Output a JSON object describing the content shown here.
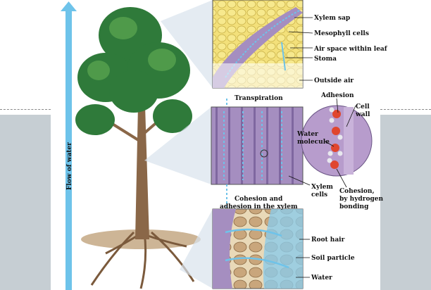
{
  "flow_label": "Flow of water",
  "labels": {
    "xylem_sap": "Xylem sap",
    "mesophyll": "Mesophyll cells",
    "air_space": "Air space within leaf",
    "stoma": "Stoma",
    "outside_air": "Outside air",
    "transpiration": "Transpiration",
    "adhesion": "Adhesion",
    "cell_wall_1": "Cell",
    "cell_wall_2": "wall",
    "water_molecule_1": "Water",
    "water_molecule_2": "molecule",
    "xylem_cells_1": "Xylem",
    "xylem_cells_2": "cells",
    "cohesion_1": "Cohesion,",
    "cohesion_2": "by hydrogen",
    "cohesion_3": "bonding",
    "cohesion_adhesion_1": "Cohesion and",
    "cohesion_adhesion_2": "adhesion in the xylem",
    "root_hair": "Root hair",
    "soil_particle": "Soil particle",
    "water": "Water"
  },
  "colors": {
    "flow": "#6ec3ea",
    "panel_side": "#c6ced3",
    "xylem": "#9b7fb6",
    "foliage": "#2f7a3a"
  }
}
